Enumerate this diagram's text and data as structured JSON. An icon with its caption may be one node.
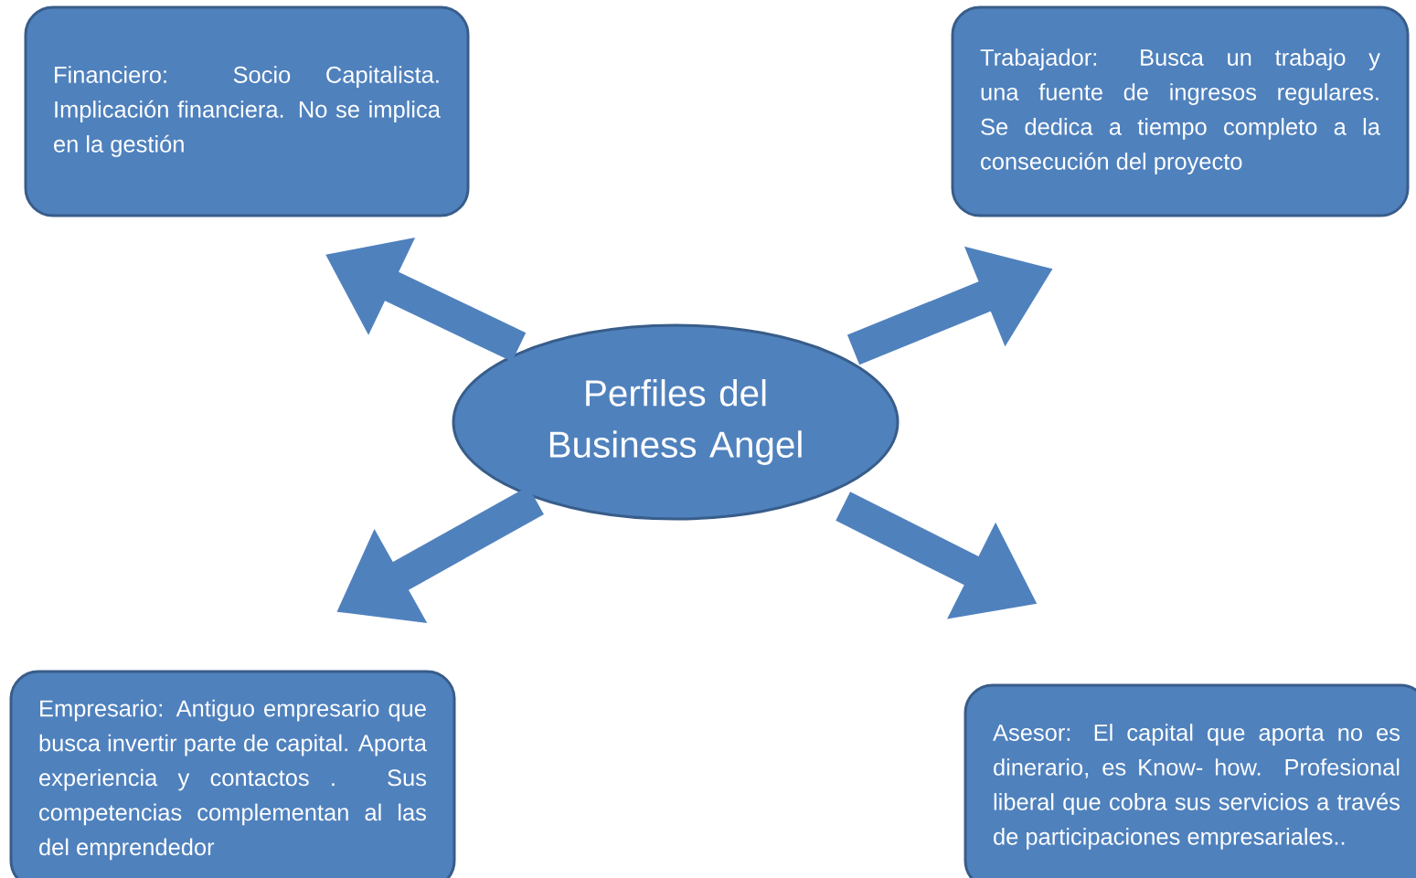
{
  "diagram": {
    "nodes": [
      {
        "text": [
          "Financiero: Socio Capitalista. Implicación financiera. No se implica en la gestión"
        ]
      },
      {
        "text": [
          "Trabajador: Busca un trabajo y una fuente de ingresos regulares. Se dedica a tiempo completo a la consecución del proyecto"
        ]
      },
      {
        "text": [
          "Perfiles del Business Angel"
        ]
      },
      {
        "text": [
          "Empresario: Antiguo empresario que busca invertir parte de capital. Aporta experiencia y contactos . Sus competencias complementan al las del emprendedor"
        ]
      },
      {
        "text": [
          "Asesor: El capital que aporta no es  dinerario, es Know- how. Profesional liberal que cobra sus servicios a través de participaciones empresariales.."
        ]
      }
    ],
    "edges": [
      {
        "from": 2,
        "to": 0,
        "arrow": "to"
      },
      {
        "from": 2,
        "to": 1,
        "arrow": "to"
      },
      {
        "from": 2,
        "to": 3,
        "arrow": "to"
      },
      {
        "from": 2,
        "to": 4,
        "arrow": "to"
      }
    ]
  }
}
